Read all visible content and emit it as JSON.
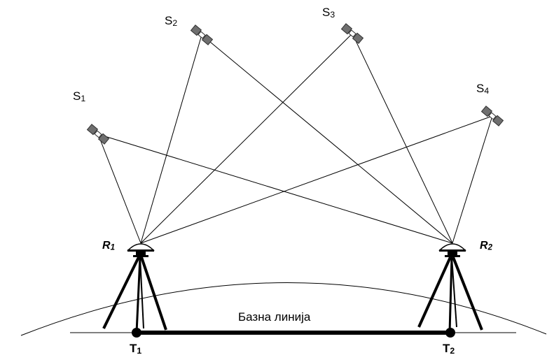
{
  "satellites": [
    {
      "name": "S",
      "index": "1"
    },
    {
      "name": "S",
      "index": "2"
    },
    {
      "name": "S",
      "index": "3"
    },
    {
      "name": "S",
      "index": "4"
    }
  ],
  "receivers": [
    {
      "name": "R",
      "index": "1"
    },
    {
      "name": "R",
      "index": "2"
    }
  ],
  "points": [
    {
      "name": "T",
      "index": "1"
    },
    {
      "name": "T",
      "index": "2"
    }
  ],
  "baseline": {
    "label": "Базна линија"
  },
  "colors": {
    "line": "#000000",
    "satellite": "#6f6f6f",
    "background": "#ffffff"
  },
  "icons": [
    "satellite-icon",
    "gnss-antenna-icon",
    "tripod-icon"
  ]
}
